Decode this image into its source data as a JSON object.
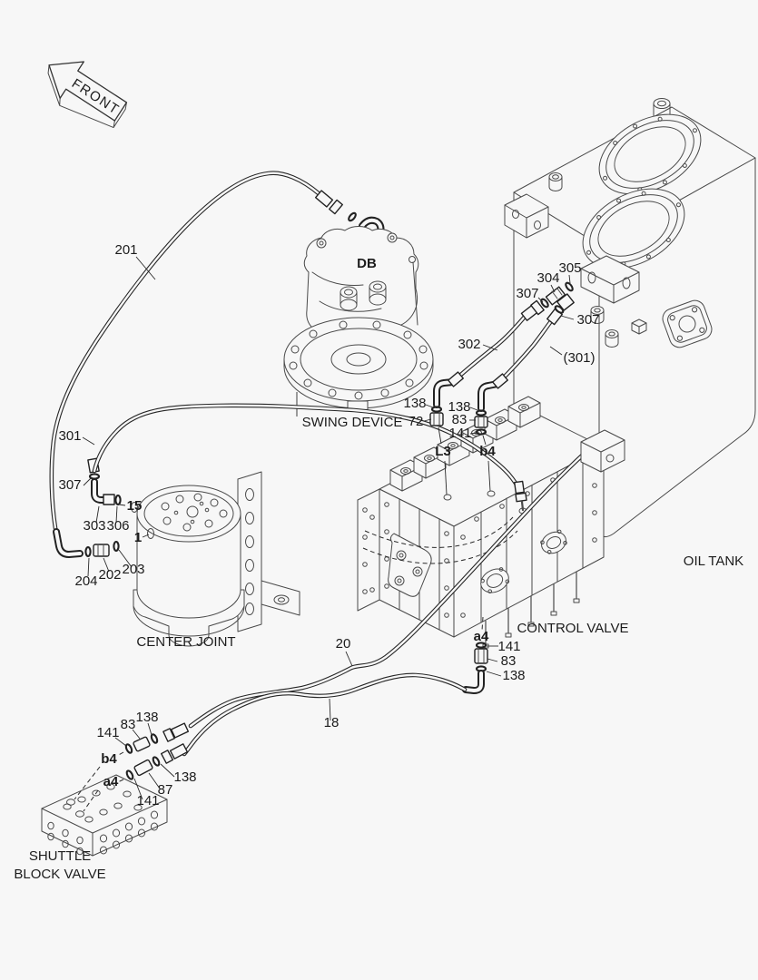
{
  "diagram": {
    "front_arrow": "FRONT",
    "components": {
      "swing_device": "SWING DEVICE",
      "oil_tank": "OIL TANK",
      "control_valve": "CONTROL VALVE",
      "center_joint": "CENTER JOINT",
      "shuttle_block_line1": "SHUTTLE",
      "shuttle_block_line2": "BLOCK VALVE"
    },
    "ports": {
      "db": "DB",
      "l3": "L3",
      "b4_control_valve": "b4",
      "a4_control_valve": "a4",
      "b4_shuttle": "b4",
      "a4_shuttle": "a4"
    },
    "callouts": {
      "hose_201": "201",
      "hose_301": "301",
      "hose_301_ref": "(301)",
      "hose_302": "302",
      "hose_20": "20",
      "hose_18": "18",
      "p15": "15",
      "p1": "1",
      "p307_center_joint": "307",
      "p303": "303",
      "p306": "306",
      "p204": "204",
      "p202": "202",
      "p203": "203",
      "p305": "305",
      "p304": "304",
      "p307_tank_left": "307",
      "p307_tank_right": "307",
      "p138_l3": "138",
      "p72": "72",
      "p138_b4": "138",
      "p83_b4": "83",
      "p141_b4": "141",
      "p141_a4": "141",
      "p83_a4": "83",
      "p138_a4": "138",
      "p138_shuttle_top": "138",
      "p83_shuttle": "83",
      "p141_shuttle_b4": "141",
      "p138_shuttle_right": "138",
      "p87": "87",
      "p141_shuttle_a4": "141"
    },
    "colors": {
      "background": "#f7f7f7",
      "hose_line": "#262626",
      "machine_line": "#4a4a4a",
      "text": "#1c1c1c"
    }
  }
}
